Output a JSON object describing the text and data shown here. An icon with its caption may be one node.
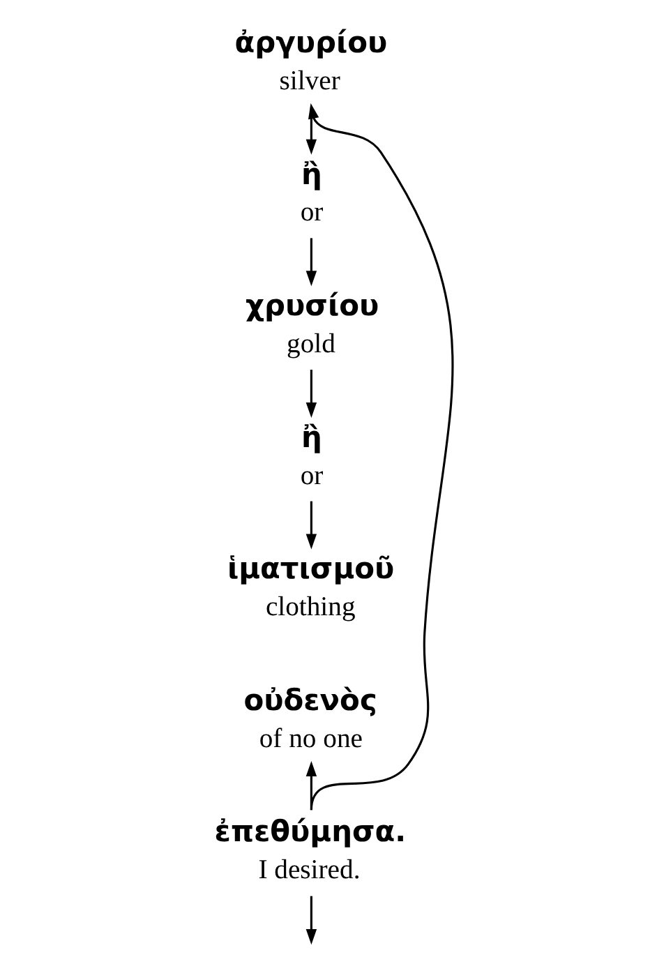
{
  "diagram": {
    "nodes": [
      {
        "text": [
          "ἀργυρίου",
          "silver"
        ]
      },
      {
        "text": [
          "ἢ",
          "or"
        ]
      },
      {
        "text": [
          "χρυσίου",
          "gold"
        ]
      },
      {
        "text": [
          "ἢ",
          "or"
        ]
      },
      {
        "text": [
          "ἱματισμοῦ",
          "clothing"
        ]
      },
      {
        "text": [
          "οὐδενὸς",
          "of no one"
        ]
      },
      {
        "text": [
          "ἐπεθύμησα.",
          "I desired."
        ]
      }
    ],
    "edges": [
      {
        "from": 0,
        "to": 1,
        "arrow": "to"
      },
      {
        "from": 1,
        "to": 2,
        "arrow": "to"
      },
      {
        "from": 2,
        "to": 3,
        "arrow": "to"
      },
      {
        "from": 3,
        "to": 4,
        "arrow": "to"
      },
      {
        "from": 6,
        "to": 0,
        "arrow": "to"
      },
      {
        "from": 6,
        "to": 5,
        "arrow": "to"
      },
      {
        "from": 6,
        "to": null,
        "arrow": "to"
      }
    ]
  }
}
